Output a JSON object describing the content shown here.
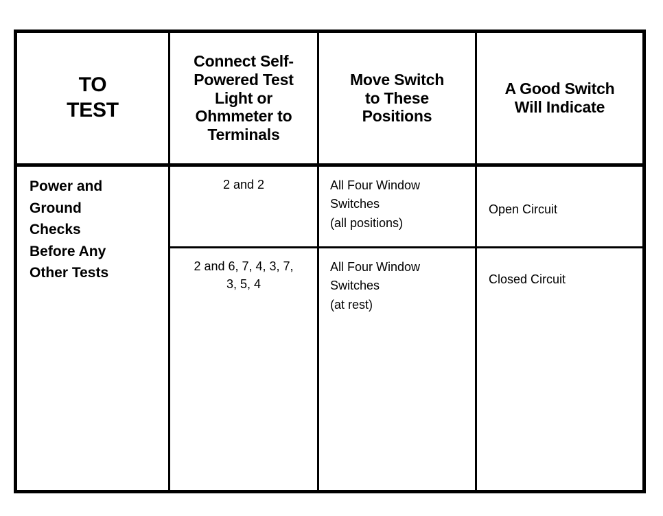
{
  "table": {
    "headers": [
      "TO\nTEST",
      "Connect Self-\nPowered Test\nLight or\nOhmmeter to\nTerminals",
      "Move Switch\nto These\nPositions",
      "A Good Switch\nWill Indicate"
    ],
    "row_group_label": "Power and\nGround\nChecks\nBefore Any\nOther Tests",
    "rows": [
      {
        "terminals": "2 and 2",
        "switch_positions": "All Four Window\nSwitches\n(all positions)",
        "indication": "Open Circuit"
      },
      {
        "terminals": "2 and  6, 7, 4, 3, 7,\n3, 5, 4",
        "switch_positions": "All Four Window\nSwitches\n(at rest)",
        "indication": "Closed Circuit"
      }
    ]
  },
  "colors": {
    "rule": "#000000",
    "background": "#ffffff",
    "text": "#000000"
  }
}
